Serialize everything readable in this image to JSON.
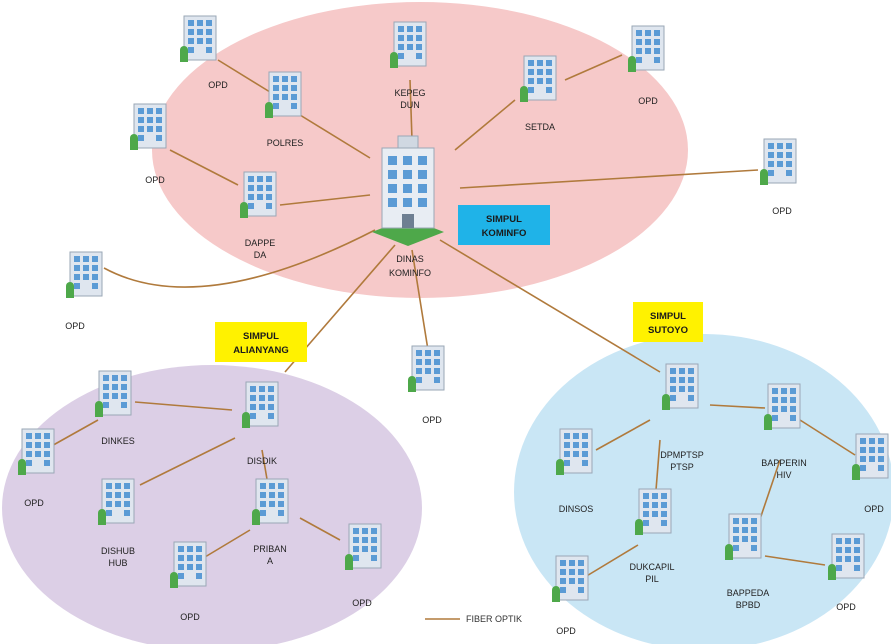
{
  "colors": {
    "zone_pink": "#f6c9c9",
    "zone_purple": "#dccfe6",
    "zone_blue": "#c9e6f5",
    "link": "#b07a3c",
    "tag_yellow": "#fff200",
    "tag_cyan": "#1fb3e8",
    "building_glass": "#5b9bd5",
    "building_body": "#dfe6ef",
    "tower_green": "#4ea84a"
  },
  "icons": [
    "office-building-icon",
    "data-center-icon"
  ],
  "tags": {
    "kominfo": [
      "SIMPUL",
      "KOMINFO"
    ],
    "alianyang": [
      "SIMPUL",
      "ALIANYANG"
    ],
    "sutoyo": [
      "SIMPUL",
      "SUTOYO"
    ]
  },
  "nodes": {
    "hub": [
      "DINAS",
      "KOMINFO"
    ],
    "opd_top_left": [
      "OPD"
    ],
    "polres": [
      "POLRES"
    ],
    "kepeg": [
      "KEPEG",
      "DUN"
    ],
    "setda": [
      "SETDA"
    ],
    "opd_top_right": [
      "OPD"
    ],
    "opd_left_mid": [
      "OPD"
    ],
    "dappeda": [
      "DAPPE",
      "DA"
    ],
    "opd_right_mid": [
      "OPD"
    ],
    "opd_west": [
      "OPD"
    ],
    "opd_center": [
      "OPD"
    ],
    "dinkes": [
      "DINKES"
    ],
    "disdik": [
      "DISDIK"
    ],
    "opd_purple_left": [
      "OPD"
    ],
    "dishub": [
      "DISHUB",
      "HUB"
    ],
    "pribadi": [
      "PRIBAN",
      "A"
    ],
    "opd_purple_bottom": [
      "OPD"
    ],
    "opd_purple_right": [
      "OPD"
    ],
    "dpmptsp": [
      "DPMPTSP",
      "PTSP"
    ],
    "dinsos": [
      "DINSOS"
    ],
    "bapperin": [
      "BAPPERIN",
      "HIV"
    ],
    "opd_blue_right": [
      "OPD"
    ],
    "dukcapil": [
      "DUKCAPIL",
      "PIL"
    ],
    "bappeda_blue": [
      "BAPPEDA",
      "BPBD"
    ],
    "opd_blue_bottom_left": [
      "OPD"
    ],
    "opd_blue_bottom_right": [
      "OPD"
    ]
  },
  "legend": {
    "label": "FIBER OPTIK"
  }
}
